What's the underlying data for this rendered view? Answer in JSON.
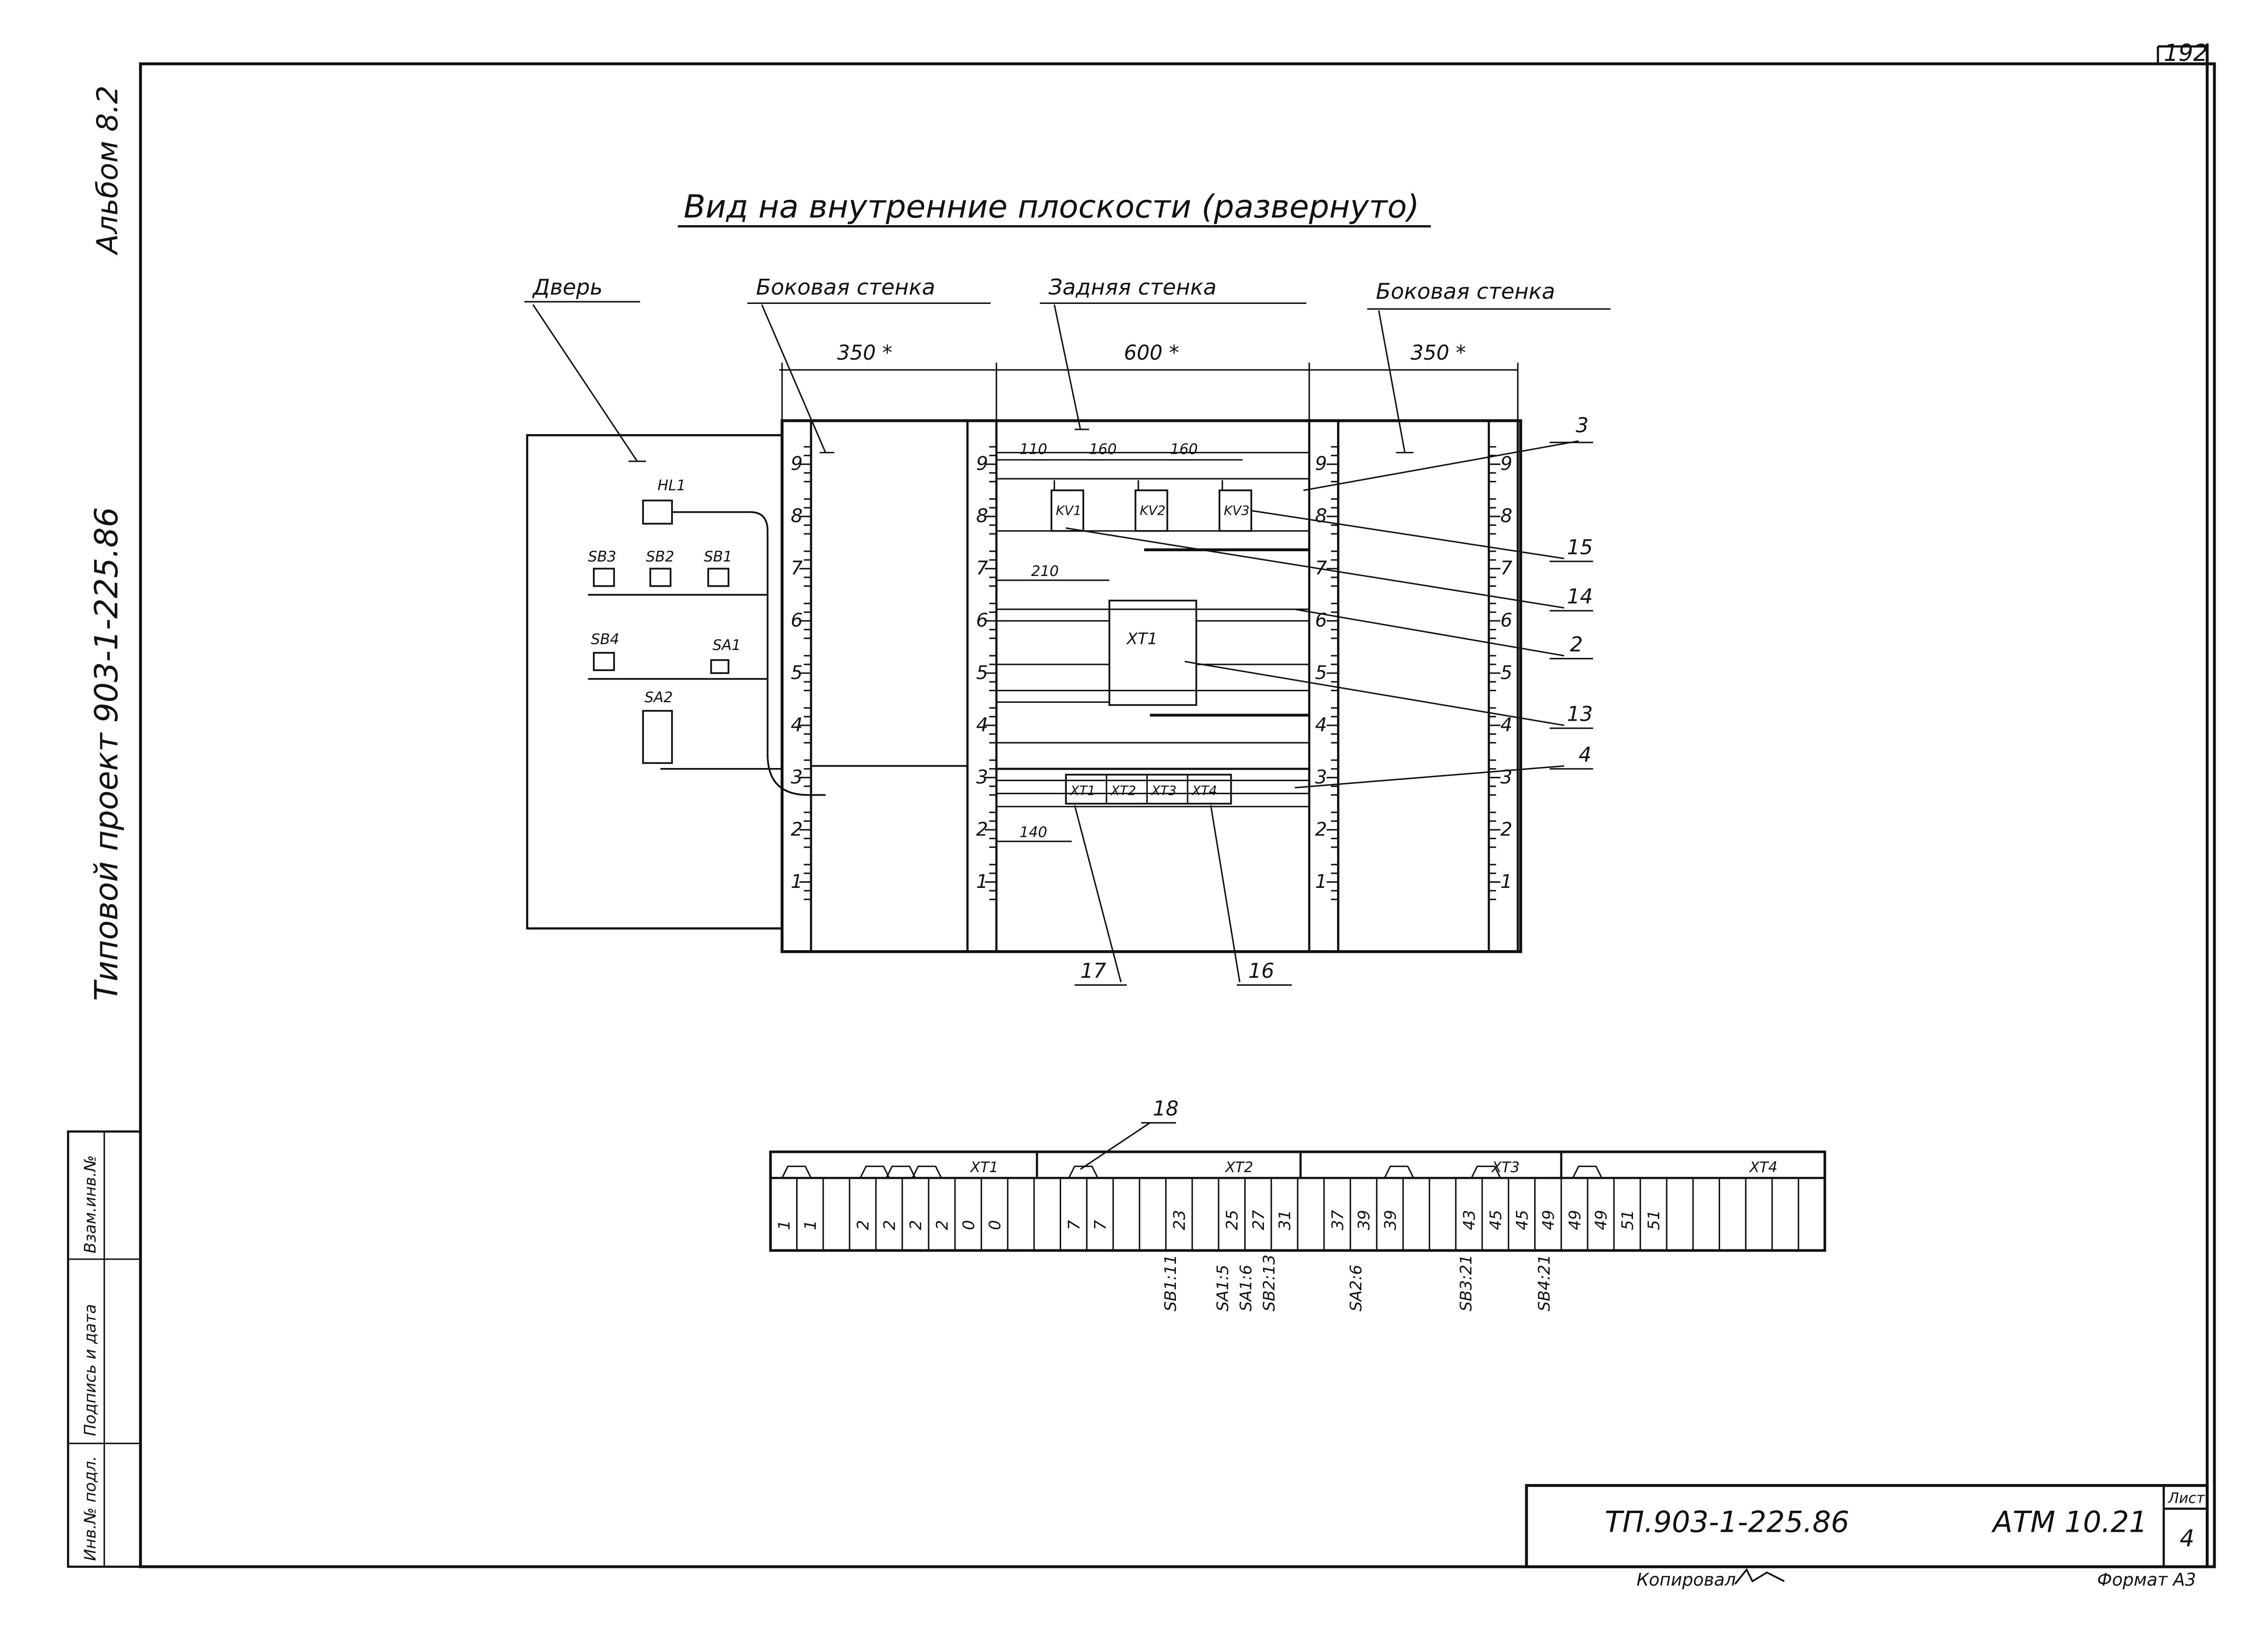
{
  "sheet_number": "192",
  "title": "Вид на внутренние плоскости (развернуто)",
  "side_stamp": {
    "album": "Альбом 8.2",
    "project": "Типовой проект 903-1-225.86"
  },
  "side_table": {
    "col1": "Взам.инв.№",
    "col2": "Подпись и дата",
    "col3": "Инв.№ подл."
  },
  "sections": {
    "door": "Дверь",
    "left_wall": "Боковая стенка",
    "back_wall": "Задняя стенка",
    "right_wall": "Боковая стенка"
  },
  "dimensions": {
    "left": "350 *",
    "center": "600 *",
    "right": "350 *",
    "d110": "110",
    "d160a": "160",
    "d160b": "160",
    "d210": "210",
    "d140": "140"
  },
  "rail_labels": [
    "9",
    "8",
    "7",
    "6",
    "5",
    "4",
    "3",
    "2",
    "1"
  ],
  "door_devices": {
    "hl1": "HL1",
    "sb3": "SB3",
    "sb2": "SB2",
    "sb1": "SB1",
    "sb4": "SB4",
    "sa1": "SA1",
    "sa2": "SA2"
  },
  "back_devices": {
    "kv1": "KV1",
    "kv2": "KV2",
    "kv3": "KV3",
    "xt1_big": "XT1",
    "xt1": "XT1",
    "xt2": "XT2",
    "xt3": "XT3",
    "xt4": "XT4"
  },
  "callouts": {
    "c3": "3",
    "c15": "15",
    "c14": "14",
    "c2": "2",
    "c13": "13",
    "c4": "4",
    "c17": "17",
    "c16": "16",
    "c18": "18"
  },
  "terminal_strip": {
    "groups": [
      "XT1",
      "XT2",
      "XT3",
      "XT4"
    ],
    "cells": [
      "1",
      "1",
      "",
      "2",
      "2",
      "2",
      "2",
      "0",
      "0",
      "",
      "",
      "7",
      "7",
      "",
      "",
      "23",
      "",
      "25",
      "27",
      "31",
      "",
      "37",
      "39",
      "39",
      "",
      "",
      "43",
      "45",
      "45",
      "49",
      "49",
      "49",
      "51",
      "51",
      "",
      "",
      "",
      "",
      "",
      ""
    ],
    "references": [
      "SB1:11",
      "SA1:5",
      "SA1:6",
      "SB2:13",
      "SA2:6",
      "SB3:21",
      "SB4:21"
    ]
  },
  "title_block": {
    "code": "ТП.903-1-225.86",
    "doc": "АТМ 10.21",
    "sheet_label": "Лист",
    "sheet_value": "4",
    "copied": "Копировал",
    "format": "Формат А3"
  }
}
